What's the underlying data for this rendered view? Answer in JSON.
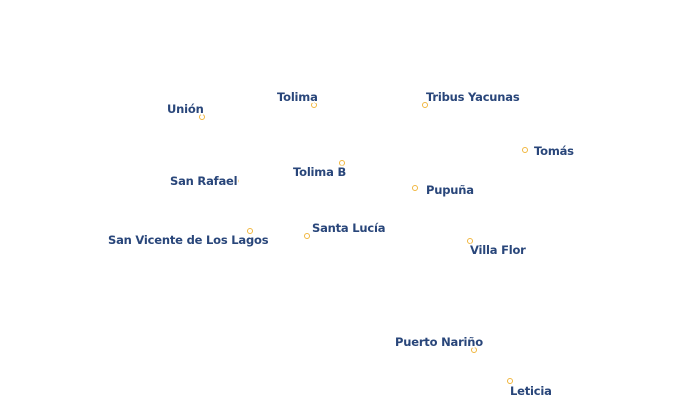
{
  "map": {
    "marker_color": "#f0b63f",
    "label_color": "#29467a",
    "places": [
      {
        "name": "Unión"
      },
      {
        "name": "Tolima"
      },
      {
        "name": "Tribus Yacunas"
      },
      {
        "name": "Tomás"
      },
      {
        "name": "Tolima B"
      },
      {
        "name": "San Rafael"
      },
      {
        "name": "Pupuña"
      },
      {
        "name": "San Vicente de Los Lagos"
      },
      {
        "name": "Santa Lucía"
      },
      {
        "name": "Villa Flor"
      },
      {
        "name": "Puerto Nariño"
      },
      {
        "name": "Leticia"
      }
    ]
  }
}
